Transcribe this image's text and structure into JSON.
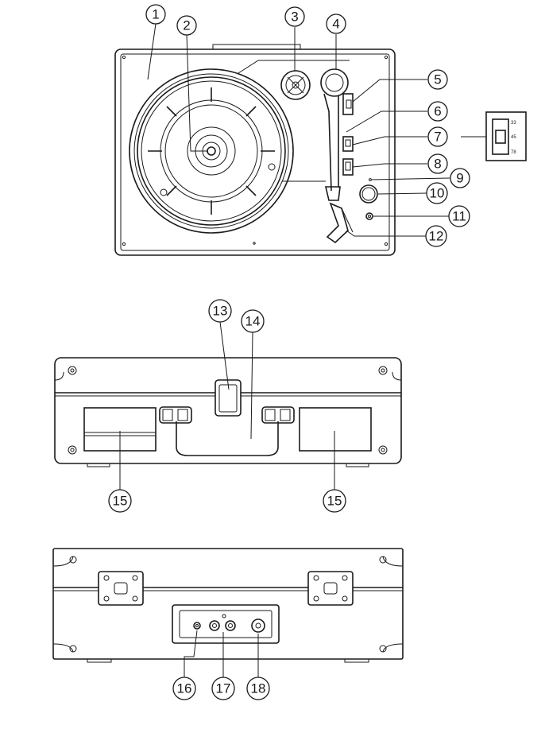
{
  "callouts": [
    {
      "id": "1",
      "label": "1"
    },
    {
      "id": "2",
      "label": "2"
    },
    {
      "id": "3",
      "label": "3"
    },
    {
      "id": "4",
      "label": "4"
    },
    {
      "id": "5",
      "label": "5"
    },
    {
      "id": "6",
      "label": "6"
    },
    {
      "id": "7",
      "label": "7"
    },
    {
      "id": "8",
      "label": "8"
    },
    {
      "id": "9",
      "label": "9"
    },
    {
      "id": "10",
      "label": "10"
    },
    {
      "id": "11",
      "label": "11"
    },
    {
      "id": "12",
      "label": "12"
    },
    {
      "id": "13",
      "label": "13"
    },
    {
      "id": "14",
      "label": "14"
    },
    {
      "id": "15a",
      "label": "15"
    },
    {
      "id": "15b",
      "label": "15"
    },
    {
      "id": "16",
      "label": "16"
    },
    {
      "id": "17",
      "label": "17"
    },
    {
      "id": "18",
      "label": "18"
    }
  ],
  "speed_selector": {
    "options": [
      "33",
      "45",
      "78"
    ]
  }
}
